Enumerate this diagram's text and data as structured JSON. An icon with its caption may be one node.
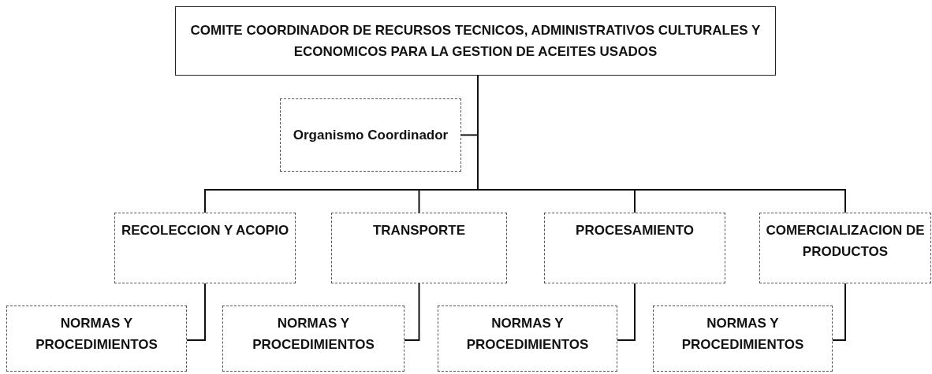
{
  "diagram": {
    "nodes": [
      {
        "text": [
          "COMITE COORDINADOR DE RECURSOS TECNICOS, ADMINISTRATIVOS CULTURALES Y ECONOMICOS PARA LA GESTION DE ACEITES USADOS"
        ]
      },
      {
        "text": [
          "Organismo Coordinador"
        ]
      },
      {
        "text": [
          "RECOLECCION Y ACOPIO"
        ]
      },
      {
        "text": [
          "TRANSPORTE"
        ]
      },
      {
        "text": [
          "PROCESAMIENTO"
        ]
      },
      {
        "text": [
          "COMERCIALIZACION DE PRODUCTOS"
        ]
      },
      {
        "text": [
          "NORMAS Y PROCEDIMIENTOS"
        ]
      },
      {
        "text": [
          "NORMAS Y PROCEDIMIENTOS"
        ]
      },
      {
        "text": [
          "NORMAS Y PROCEDIMIENTOS"
        ]
      },
      {
        "text": [
          "NORMAS Y PROCEDIMIENTOS"
        ]
      }
    ],
    "edges": [
      {
        "from": 0,
        "to": 1,
        "arrow": "none"
      },
      {
        "from": 0,
        "to": 2,
        "arrow": "none"
      },
      {
        "from": 0,
        "to": 3,
        "arrow": "none"
      },
      {
        "from": 0,
        "to": 4,
        "arrow": "none"
      },
      {
        "from": 0,
        "to": 5,
        "arrow": "none"
      },
      {
        "from": 2,
        "to": 6,
        "arrow": "none"
      },
      {
        "from": 3,
        "to": 7,
        "arrow": "none"
      },
      {
        "from": 4,
        "to": 8,
        "arrow": "none"
      },
      {
        "from": 5,
        "to": 9,
        "arrow": "none"
      }
    ]
  }
}
